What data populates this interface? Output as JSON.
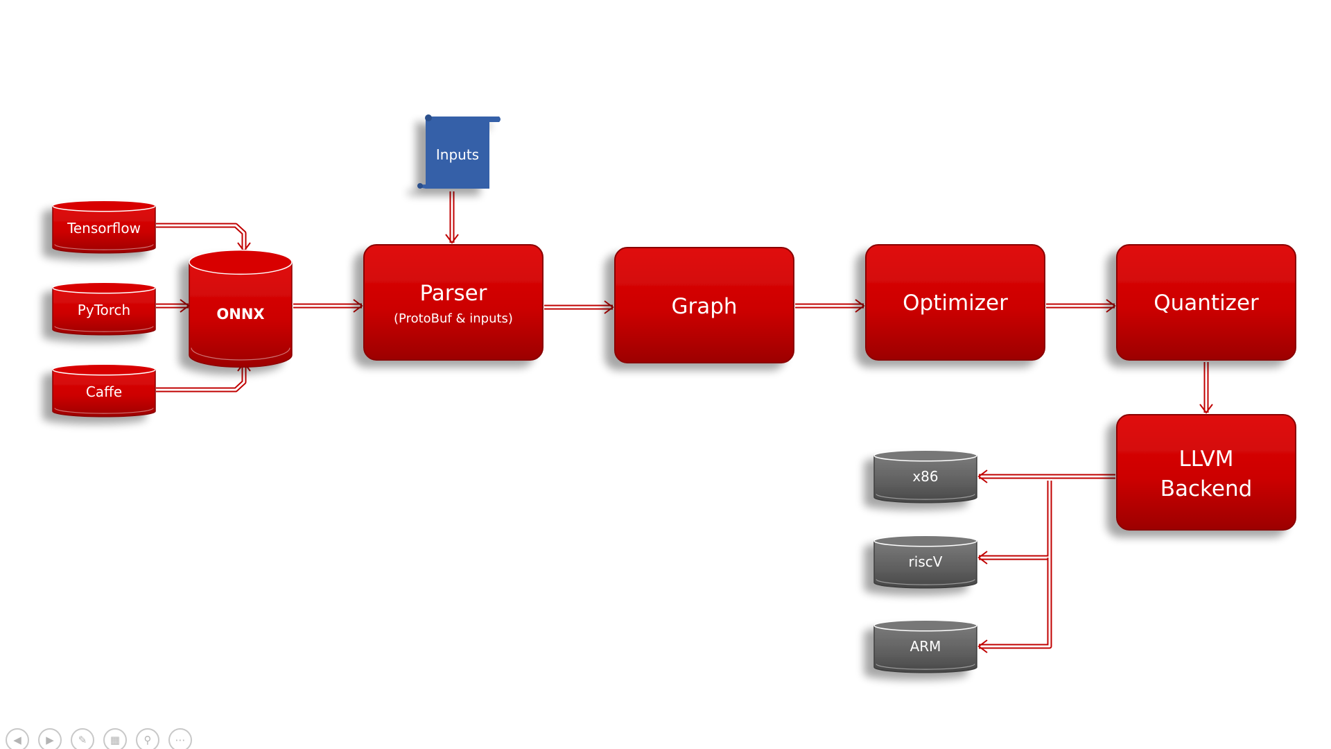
{
  "diagram": {
    "frameworks": [
      "Tensorflow",
      "PyTorch",
      "Caffe"
    ],
    "hub": "ONNX",
    "inputs_doc": "Inputs",
    "parser": {
      "title": "Parser",
      "subtitle": "(ProtoBuf & inputs)"
    },
    "stages": {
      "graph": "Graph",
      "optimizer": "Optimizer",
      "quantizer": "Quantizer"
    },
    "backend": {
      "line1": "LLVM",
      "line2": "Backend"
    },
    "targets": [
      "x86",
      "riscV",
      "ARM"
    ]
  },
  "colors": {
    "node_red": "#cc0000",
    "node_red_dark": "#8a0000",
    "doc_blue": "#3560a8",
    "target_gray": "#646464",
    "arrow_red": "#c00000"
  },
  "controls": {
    "icons": [
      "previous-icon",
      "next-icon",
      "pen-icon",
      "slides-icon",
      "zoom-icon",
      "more-icon"
    ],
    "glyphs": [
      "◀",
      "▶",
      "✎",
      "▦",
      "⚲",
      "⋯"
    ]
  }
}
